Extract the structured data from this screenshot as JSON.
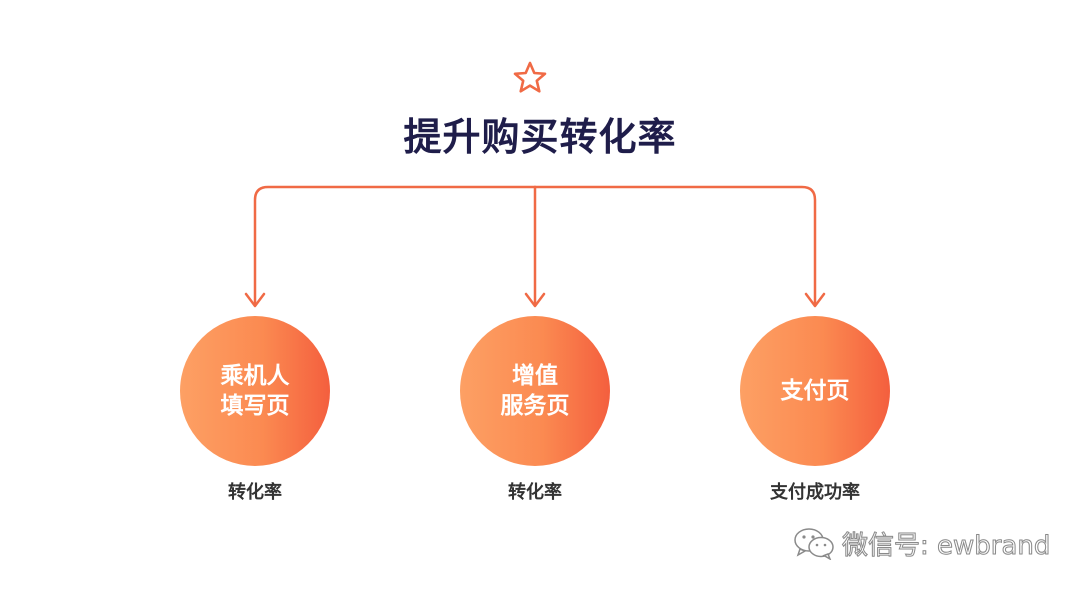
{
  "title": "提升购买转化率",
  "icon": "star-icon",
  "accent_color": "#f06a45",
  "title_color": "#1f1d4a",
  "nodes": [
    {
      "label": "乘机人\n填写页",
      "caption": "转化率"
    },
    {
      "label": "增值\n服务页",
      "caption": "转化率"
    },
    {
      "label": "支付页",
      "caption": "支付成功率"
    }
  ],
  "watermark": {
    "icon": "wechat-icon",
    "text": "微信号: ewbrand"
  }
}
